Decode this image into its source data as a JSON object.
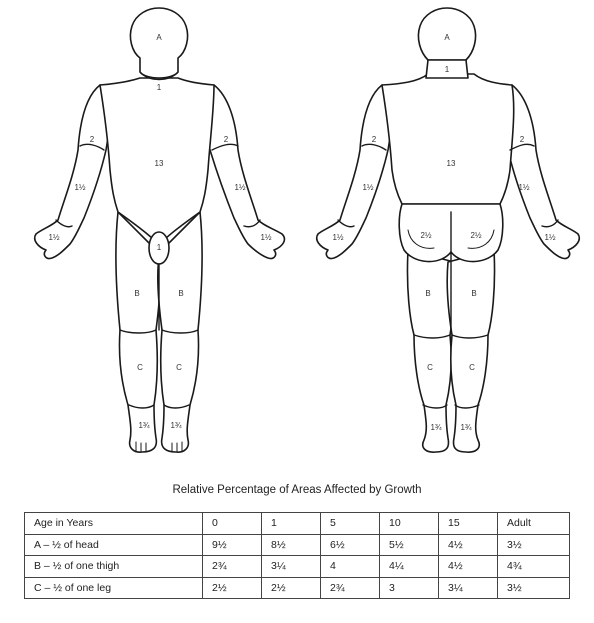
{
  "figure": {
    "front_labels": {
      "head": "A",
      "neck": "1",
      "trunk": "13",
      "upper_arm_left": "2",
      "upper_arm_right": "2",
      "forearm_left": "1½",
      "forearm_right": "1½",
      "hand_left": "1½",
      "hand_right": "1½",
      "genitals": "1",
      "thigh_left": "B",
      "thigh_right": "B",
      "leg_left": "C",
      "leg_right": "C",
      "foot_left": "1¾",
      "foot_right": "1¾"
    },
    "back_labels": {
      "head": "A",
      "neck": "1",
      "trunk": "13",
      "upper_arm_left": "2",
      "upper_arm_right": "2",
      "forearm_left": "1½",
      "forearm_right": "1½",
      "hand_left": "1½",
      "hand_right": "1½",
      "buttock_left": "2½",
      "buttock_right": "2½",
      "thigh_left": "B",
      "thigh_right": "B",
      "leg_left": "C",
      "leg_right": "C",
      "foot_left": "1¾",
      "foot_right": "1¾"
    }
  },
  "table": {
    "caption": "Relative Percentage of Areas Affected by Growth",
    "rows": [
      [
        "Age in Years",
        "0",
        "1",
        "5",
        "10",
        "15",
        "Adult"
      ],
      [
        "A – ½ of head",
        "9½",
        "8½",
        "6½",
        "5½",
        "4½",
        "3½"
      ],
      [
        "B – ½ of one thigh",
        "2¾",
        "3¼",
        "4",
        "4¼",
        "4½",
        "4¾"
      ],
      [
        "C – ½ of one leg",
        "2½",
        "2½",
        "2¾",
        "3",
        "3¼",
        "3½"
      ]
    ]
  }
}
